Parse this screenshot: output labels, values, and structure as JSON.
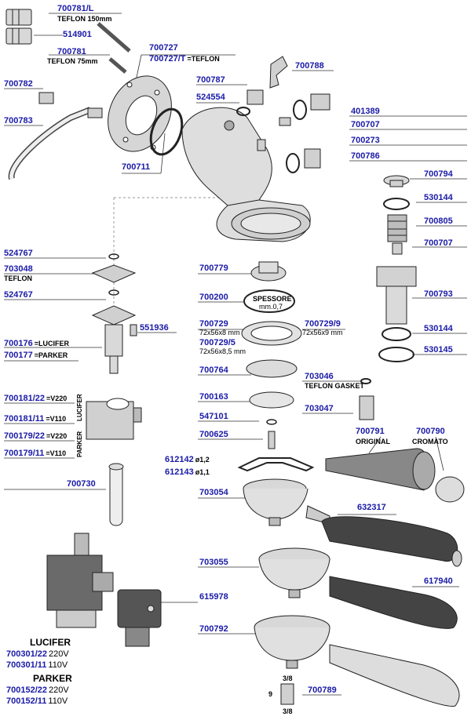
{
  "parts": {
    "p700781L": "700781/L",
    "teflon150": "TEFLON 150mm",
    "p514901": "514901",
    "p700781": "700781",
    "teflon75": "TEFLON 75mm",
    "p700782": "700782",
    "p700783": "700783",
    "p700727": "700727",
    "p700727T": "700727/T",
    "eqTeflon": "=TEFLON",
    "p700711": "700711",
    "p700787": "700787",
    "p524554": "524554",
    "p700788": "700788",
    "p401389": "401389",
    "p700707a": "700707",
    "p700273": "700273",
    "p700786": "700786",
    "p700794": "700794",
    "p530144a": "530144",
    "p700805": "700805",
    "p700707b": "700707",
    "p700793": "700793",
    "p530144b": "530144",
    "p530145": "530145",
    "p524767a": "524767",
    "p703048": "703048",
    "teflon": "TEFLON",
    "p524767b": "524767",
    "p551936": "551936",
    "p700176": "700176",
    "eqLucifer": "=LUCIFER",
    "p700177": "700177",
    "eqParker": "=PARKER",
    "p700779": "700779",
    "p700200": "700200",
    "spessore": "SPESSORE",
    "spessoreVal": "mm.0,7",
    "p700729": "700729",
    "dim72x56x8": "72x56x8 mm",
    "p700729_9": "700729/9",
    "dim72x56x9": "72x56x9 mm",
    "p700729_5": "700729/5",
    "dim72x56x85": "72x56x8,5 mm",
    "p700764": "700764",
    "p703046": "703046",
    "teflonGasket": "TEFLON GASKET",
    "p700163": "700163",
    "p703047": "703047",
    "p547101": "547101",
    "p700625": "700625",
    "p700181_22": "700181/22",
    "eqV220a": "=V220",
    "p700181_11": "700181/11",
    "eqV110a": "=V110",
    "p700179_22": "700179/22",
    "eqV220b": "=V220",
    "p700179_11": "700179/11",
    "eqV110b": "=V110",
    "vLucifer": "LUCIFER",
    "vParker": "PARKER",
    "p700730": "700730",
    "p700791": "700791",
    "original": "ORIGINAL",
    "p700790": "700790",
    "cromato": "CROMATO",
    "p612142": "612142",
    "d12": "ø1,2",
    "p612143": "612143",
    "d11": "ø1,1",
    "p703054": "703054",
    "p632317": "632317",
    "p703055": "703055",
    "p617940": "617940",
    "p615978": "615978",
    "p700792": "700792",
    "luciferHead": "LUCIFER",
    "p700301_22": "700301/22",
    "v220a": "220V",
    "p700301_11": "700301/11",
    "v110a": "110V",
    "parkerHead": "PARKER",
    "p700152_22": "700152/22",
    "v220b": "220V",
    "p700152_11": "700152/11",
    "v110b": "110V",
    "t38top": "3/8",
    "t9": "9",
    "p700789": "700789",
    "t38bot": "3/8"
  }
}
